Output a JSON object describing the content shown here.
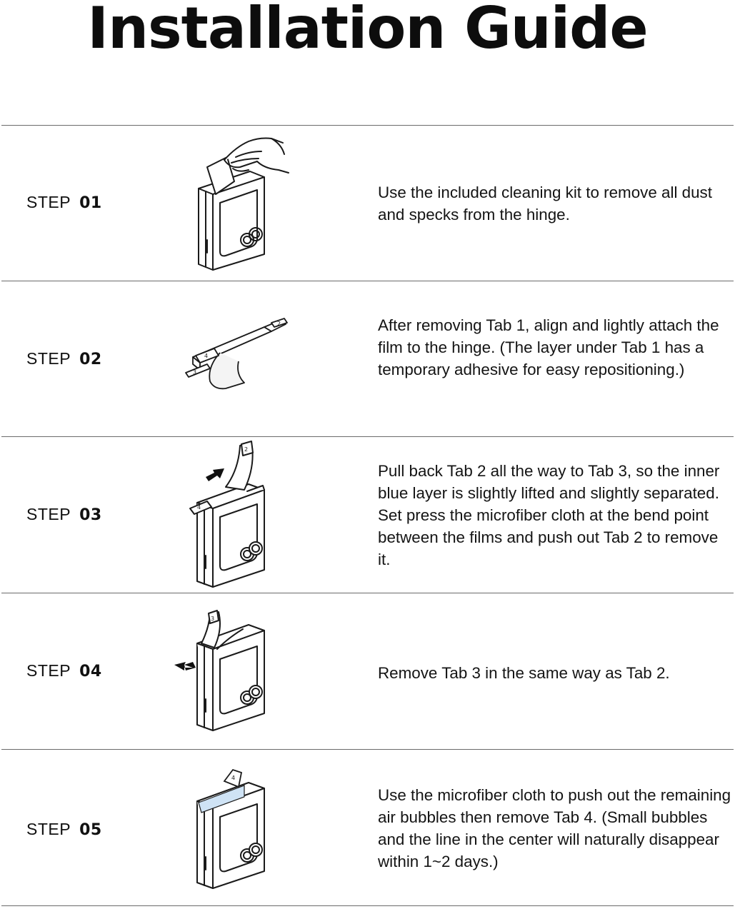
{
  "title": "Installation Guide",
  "step_word": "STEP",
  "steps": [
    {
      "number": "01",
      "text": "Use the included cleaning kit to remove all dust and specks from the hinge."
    },
    {
      "number": "02",
      "text": "After removing Tab 1, align and lightly attach the film to the hinge. (The layer under Tab 1 has a temporary adhesive for easy repositioning.)"
    },
    {
      "number": "03",
      "text": "Pull back Tab 2 all the way to Tab 3, so the inner blue layer is slightly lifted and slightly separated. Set press the microfiber cloth at the bend point between the films and push out Tab 2 to remove it."
    },
    {
      "number": "04",
      "text": "Remove Tab 3 in the same way as Tab 2."
    },
    {
      "number": "05",
      "text": "Use the microfiber cloth to push out the remaining air bubbles then remove Tab 4. (Small bubbles and the line in the center will naturally disappear within 1~2 days.)"
    }
  ],
  "tab_labels": [
    "1",
    "2",
    "3",
    "4"
  ],
  "accent_blue": "#cfe3f5",
  "line_color": "#1a1a1a"
}
